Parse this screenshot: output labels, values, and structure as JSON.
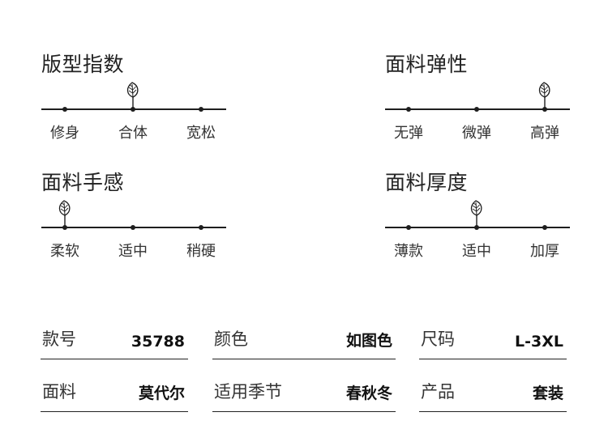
{
  "scales": [
    {
      "title": "版型指数",
      "options": [
        "修身",
        "合体",
        "宽松"
      ],
      "selected_index": 1
    },
    {
      "title": "面料弹性",
      "options": [
        "无弹",
        "微弹",
        "高弹"
      ],
      "selected_index": 2
    },
    {
      "title": "面料手感",
      "options": [
        "柔软",
        "适中",
        "稍硬"
      ],
      "selected_index": 0
    },
    {
      "title": "面料厚度",
      "options": [
        "薄款",
        "适中",
        "加厚"
      ],
      "selected_index": 1
    }
  ],
  "specs": [
    {
      "label": "款号",
      "value": "35788"
    },
    {
      "label": "颜色",
      "value": "如图色"
    },
    {
      "label": "尺码",
      "value": "L-3XL"
    },
    {
      "label": "面料",
      "value": "莫代尔"
    },
    {
      "label": "适用季节",
      "value": "春秋冬"
    },
    {
      "label": "产品",
      "value": "套装"
    }
  ],
  "colors": {
    "line": "#1e1e1e",
    "text": "#222222"
  },
  "icons": {
    "selector": "feather-icon"
  }
}
